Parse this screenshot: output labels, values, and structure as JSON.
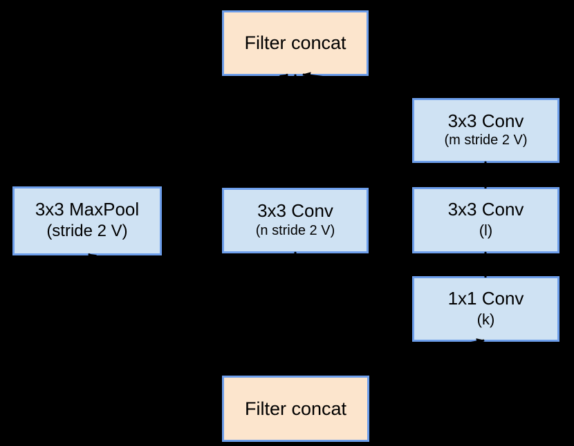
{
  "diagram": {
    "background_color": "#000000",
    "arrow_color": "#000000",
    "border_color": "#6d9eeb",
    "text_color": "#000000",
    "nodes": {
      "filter_concat_top": {
        "label": "Filter concat",
        "fill": "#fce5cd",
        "border": "#6d9eeb"
      },
      "conv_m": {
        "line1": "3x3 Conv",
        "line2": "(m stride 2 V)",
        "fill": "#cfe2f3",
        "border": "#6d9eeb"
      },
      "maxpool": {
        "line1": "3x3 MaxPool",
        "line2": "(stride 2 V)",
        "fill": "#cfe2f3",
        "border": "#6d9eeb"
      },
      "conv_n": {
        "line1": "3x3 Conv",
        "line2": "(n stride 2 V)",
        "fill": "#cfe2f3",
        "border": "#6d9eeb"
      },
      "conv_l": {
        "line1": "3x3 Conv",
        "line2": "(l)",
        "fill": "#cfe2f3",
        "border": "#6d9eeb"
      },
      "conv_k": {
        "line1": "1x1 Conv",
        "line2": "(k)",
        "fill": "#cfe2f3",
        "border": "#6d9eeb"
      },
      "filter_concat_bottom": {
        "label": "Filter concat",
        "fill": "#fce5cd",
        "border": "#6d9eeb"
      }
    },
    "edges": [
      {
        "from": "filter_concat_bottom",
        "to": "maxpool"
      },
      {
        "from": "filter_concat_bottom",
        "to": "conv_n"
      },
      {
        "from": "filter_concat_bottom",
        "to": "conv_k"
      },
      {
        "from": "conv_k",
        "to": "conv_l"
      },
      {
        "from": "conv_l",
        "to": "conv_m"
      },
      {
        "from": "maxpool",
        "to": "filter_concat_top"
      },
      {
        "from": "conv_n",
        "to": "filter_concat_top"
      },
      {
        "from": "conv_m",
        "to": "filter_concat_top"
      }
    ]
  }
}
